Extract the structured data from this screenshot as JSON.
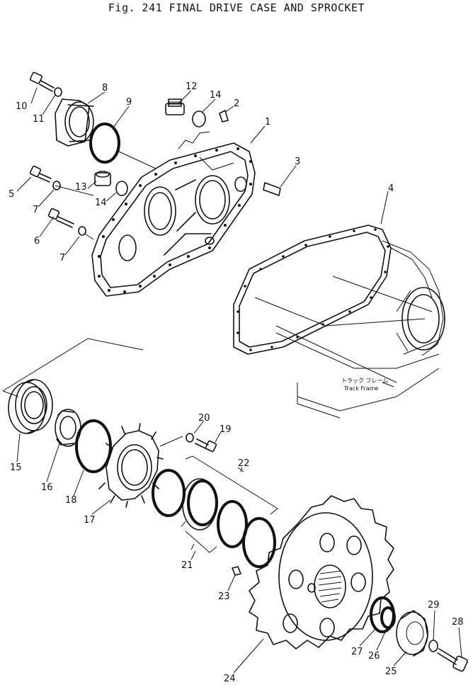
{
  "title": "Fig. 241   FINAL DRIVE CASE AND SPROCKET",
  "callouts": [
    {
      "id": "c1",
      "text": "1"
    },
    {
      "id": "c2",
      "text": "2"
    },
    {
      "id": "c3",
      "text": "3"
    },
    {
      "id": "c4",
      "text": "4"
    },
    {
      "id": "c5",
      "text": "5"
    },
    {
      "id": "c6",
      "text": "6"
    },
    {
      "id": "c7a",
      "text": "7"
    },
    {
      "id": "c7b",
      "text": "7"
    },
    {
      "id": "c8",
      "text": "8"
    },
    {
      "id": "c9",
      "text": "9"
    },
    {
      "id": "c10",
      "text": "10"
    },
    {
      "id": "c11",
      "text": "11"
    },
    {
      "id": "c12",
      "text": "12"
    },
    {
      "id": "c13",
      "text": "13"
    },
    {
      "id": "c14a",
      "text": "14"
    },
    {
      "id": "c14b",
      "text": "14"
    },
    {
      "id": "c15",
      "text": "15"
    },
    {
      "id": "c16",
      "text": "16"
    },
    {
      "id": "c17",
      "text": "17"
    },
    {
      "id": "c18",
      "text": "18"
    },
    {
      "id": "c19",
      "text": "19"
    },
    {
      "id": "c20",
      "text": "20"
    },
    {
      "id": "c21",
      "text": "21"
    },
    {
      "id": "c22",
      "text": "22"
    },
    {
      "id": "c23",
      "text": "23"
    },
    {
      "id": "c24",
      "text": "24"
    },
    {
      "id": "c25",
      "text": "25"
    },
    {
      "id": "c26",
      "text": "26"
    },
    {
      "id": "c27",
      "text": "27"
    },
    {
      "id": "c28",
      "text": "28"
    },
    {
      "id": "c29",
      "text": "29"
    }
  ],
  "track_frame_jp": "トラック フレーム",
  "track_frame_en": "Track Frame"
}
